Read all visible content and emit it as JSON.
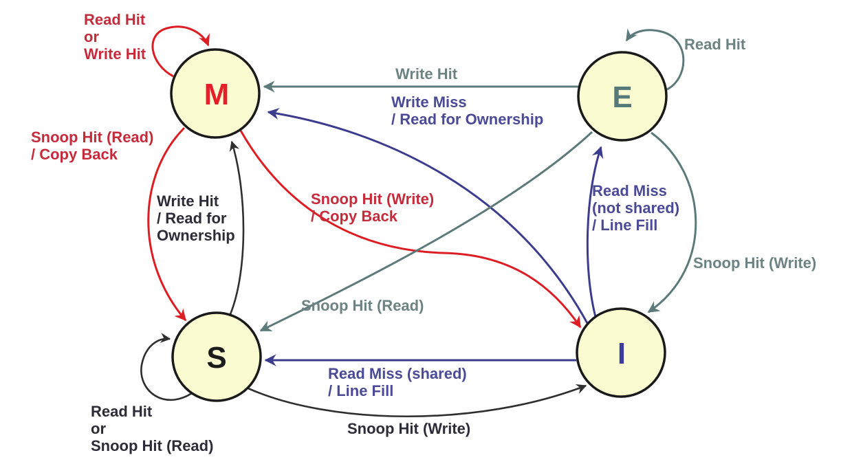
{
  "diagram": {
    "kind": "state-transition-diagram",
    "states_shown": [
      "M",
      "E",
      "S",
      "I"
    ]
  },
  "states": [
    {
      "id": "M",
      "label": "M",
      "label_color": "#e32029"
    },
    {
      "id": "E",
      "label": "E",
      "label_color": "#557878"
    },
    {
      "id": "S",
      "label": "S",
      "label_color": "#1b1b1b"
    },
    {
      "id": "I",
      "label": "I",
      "label_color": "#3c3c99"
    }
  ],
  "state_style": {
    "fill": "#fbfbd2",
    "border": "#1a1a1a"
  },
  "transitions": [
    {
      "from": "M",
      "to": "M",
      "label": "Read Hit or Write Hit",
      "lines": [
        "Read Hit",
        "or",
        "Write Hit"
      ],
      "color": "#c62b3b"
    },
    {
      "from": "E",
      "to": "E",
      "label": "Read Hit",
      "lines": [
        "Read Hit"
      ],
      "color": "#6d8383"
    },
    {
      "from": "S",
      "to": "S",
      "label": "Read Hit or Snoop Hit (Read)",
      "lines": [
        "Read Hit",
        "or",
        "Snoop Hit (Read)"
      ],
      "color": "#2c2c38"
    },
    {
      "from": "E",
      "to": "M",
      "label": "Write Hit",
      "lines": [
        "Write Hit"
      ],
      "color": "#6d8383"
    },
    {
      "from": "I",
      "to": "M",
      "label": "Write Miss / Read for Ownership",
      "lines": [
        "Write Miss",
        "/ Read for Ownership"
      ],
      "color": "#4a4a96"
    },
    {
      "from": "M",
      "to": "S",
      "label": "Snoop Hit (Read) / Copy Back",
      "lines": [
        "Snoop Hit (Read)",
        "/ Copy Back"
      ],
      "color": "#c62b3b"
    },
    {
      "from": "S",
      "to": "M",
      "label": "Write Hit / Read for Ownership",
      "lines": [
        "Write Hit",
        "/ Read for",
        "Ownership"
      ],
      "color": "#2c2c38"
    },
    {
      "from": "M",
      "to": "I",
      "label": "Snoop Hit (Write) / Copy Back",
      "lines": [
        "Snoop Hit (Write)",
        "/ Copy Back"
      ],
      "color": "#c62b3b"
    },
    {
      "from": "I",
      "to": "E",
      "label": "Read Miss (not shared) / Line Fill",
      "lines": [
        "Read Miss",
        "(not shared)",
        "/ Line Fill"
      ],
      "color": "#4a4a96"
    },
    {
      "from": "E",
      "to": "I",
      "label": "Snoop Hit (Write)",
      "lines": [
        "Snoop Hit (Write)"
      ],
      "color": "#6d8383"
    },
    {
      "from": "E",
      "to": "S",
      "label": "Snoop Hit (Read)",
      "lines": [
        "Snoop Hit (Read)"
      ],
      "color": "#6d8383"
    },
    {
      "from": "I",
      "to": "S",
      "label": "Read Miss (shared) / Line Fill",
      "lines": [
        "Read Miss (shared)",
        "/ Line Fill"
      ],
      "color": "#4a4a96"
    },
    {
      "from": "S",
      "to": "I",
      "label": "Snoop Hit (Write)",
      "lines": [
        "Snoop Hit (Write)"
      ],
      "color": "#2c2c38"
    }
  ],
  "line_colors": {
    "red": "#dc1e24",
    "gray": "#5d7a7a",
    "blue": "#3c3c8e",
    "black": "#2f2f2f"
  }
}
